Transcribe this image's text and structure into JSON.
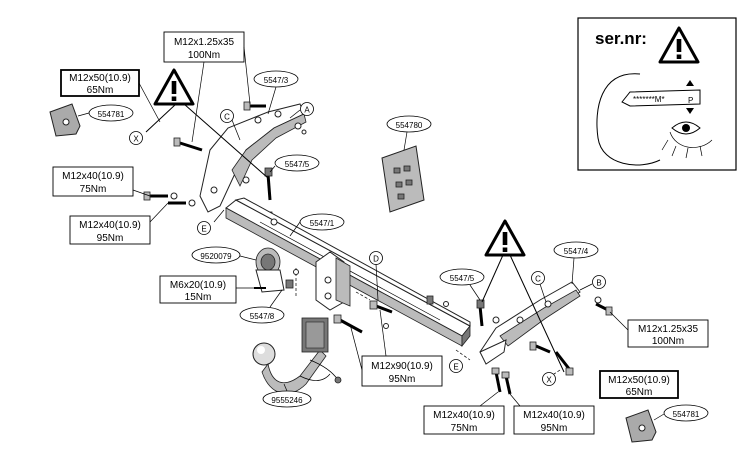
{
  "serial": {
    "label": "ser.nr:",
    "code": "*******M*",
    "p_mark": "P"
  },
  "torque_boxes": [
    {
      "spec": "M12x1.25x35",
      "torque": "100Nm"
    },
    {
      "spec": "M12x50(10.9)",
      "torque": "65Nm"
    },
    {
      "spec": "M12x40(10.9)",
      "torque": "75Nm"
    },
    {
      "spec": "M12x40(10.9)",
      "torque": "95Nm"
    },
    {
      "spec": "M6x20(10.9)",
      "torque": "15Nm"
    },
    {
      "spec": "M12x90(10.9)",
      "torque": "95Nm"
    },
    {
      "spec": "M12x1.25x35",
      "torque": "100Nm"
    },
    {
      "spec": "M12x50(10.9)",
      "torque": "65Nm"
    },
    {
      "spec": "M12x40(10.9)",
      "torque": "75Nm"
    },
    {
      "spec": "M12x40(10.9)",
      "torque": "95Nm"
    }
  ],
  "part_numbers": [
    "554781",
    "5547/3",
    "5547/5",
    "554780",
    "5547/1",
    "9520079",
    "5547/8",
    "9555246",
    "5547/5",
    "5547/4",
    "554781"
  ],
  "callouts": [
    "A",
    "B",
    "C",
    "C",
    "E",
    "E",
    "D",
    "X",
    "X"
  ],
  "warning_icons": 3
}
